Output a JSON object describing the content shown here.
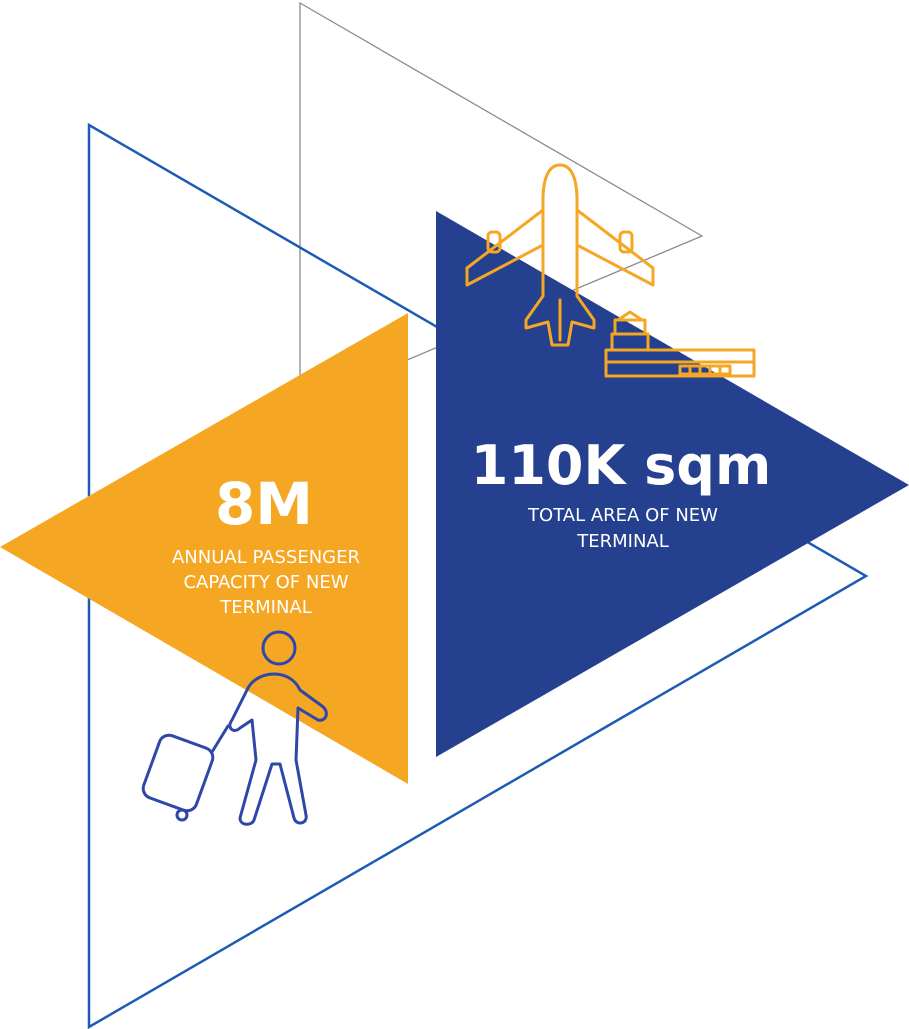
{
  "colors": {
    "orange": "#F5A623",
    "navy": "#24408E",
    "outline_blue": "#1F5BB5",
    "outline_gray": "#8C8C8C",
    "text_light": "#FFFFFF"
  },
  "icons": {
    "airplane": "airplane-icon",
    "terminal": "terminal-building-icon",
    "traveler": "traveler-with-luggage-icon"
  },
  "stats": {
    "passenger": {
      "value": "8M",
      "line1": "ANNUAL PASSENGER",
      "line2": "CAPACITY OF NEW",
      "line3": "TERMINAL"
    },
    "area": {
      "value": "110K sqm",
      "line1": "TOTAL AREA OF NEW",
      "line2": "TERMINAL"
    }
  }
}
